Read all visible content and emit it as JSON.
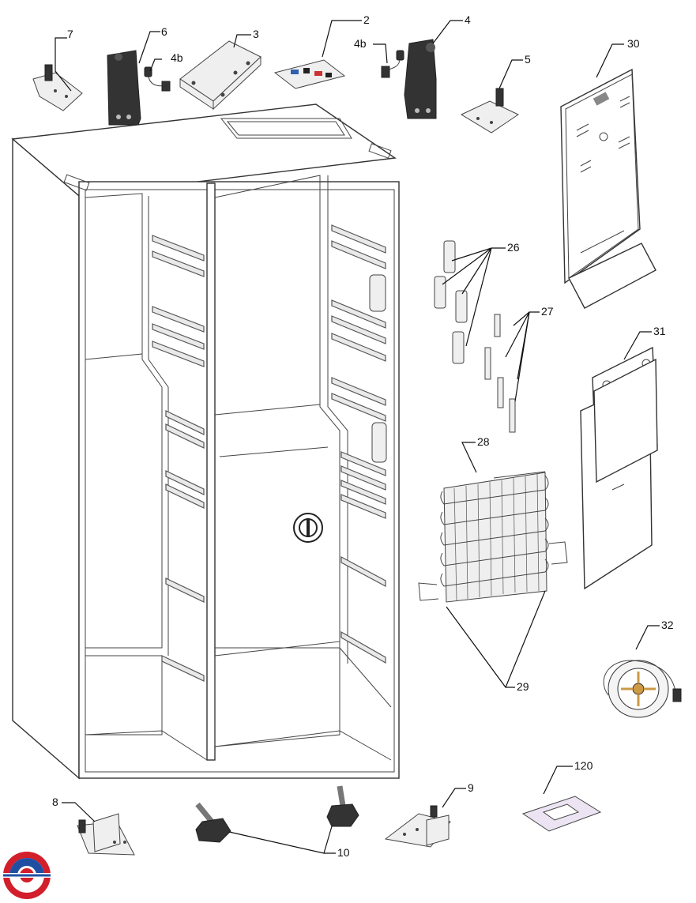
{
  "diagram": {
    "labels": {
      "p2": "2",
      "p3": "3",
      "p4": "4",
      "p4b_left": "4b",
      "p4b_right": "4b",
      "p5": "5",
      "p6": "6",
      "p7": "7",
      "p8": "8",
      "p9": "9",
      "p10": "10",
      "p26": "26",
      "p27": "27",
      "p28": "28",
      "p29": "29",
      "p30": "30",
      "p31": "31",
      "p32": "32",
      "p120": "120"
    },
    "colors": {
      "line": "#111111",
      "part_fill": "#efefef",
      "dark_part": "#333333",
      "logo_red": "#d21f2b",
      "logo_blue": "#1f4fa3"
    },
    "logo_icon": "brand-swirl-icon"
  }
}
